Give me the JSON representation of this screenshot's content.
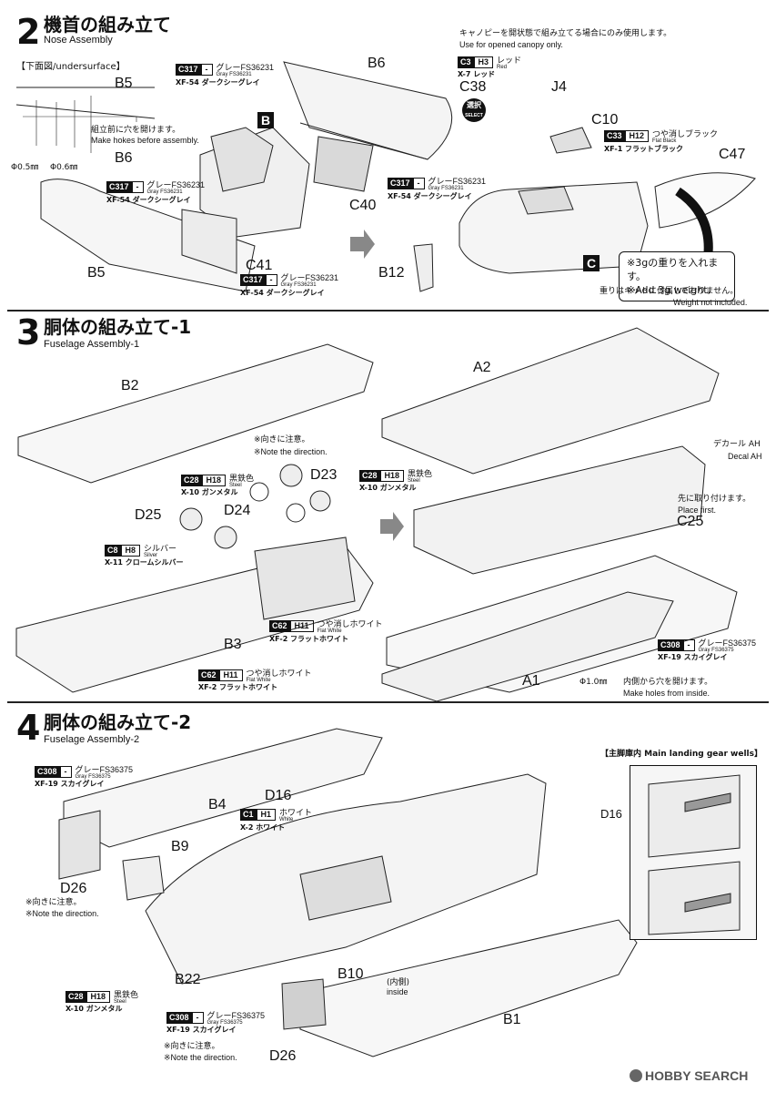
{
  "step2": {
    "num": "2",
    "title_jp": "機首の組み立て",
    "title_en": "Nose Assembly",
    "undersurface": "【下面図/undersurface】",
    "paint_c317_a": {
      "code": "C317",
      "h": "-",
      "jp": "グレーFS36231",
      "en": "Gray FS36231",
      "name": "XF-54 ダークシーグレイ"
    },
    "paint_c317_b": {
      "code": "C317",
      "h": "-",
      "jp": "グレーFS36231",
      "en": "Gray FS36231",
      "name": "XF-54 ダークシーグレイ"
    },
    "paint_c317_c": {
      "code": "C317",
      "h": "-",
      "jp": "グレーFS36231",
      "en": "Gray FS36231",
      "name": "XF-54 ダークシーグレイ"
    },
    "paint_c317_d": {
      "code": "C317",
      "h": "-",
      "jp": "グレーFS36231",
      "en": "Gray FS36231",
      "name": "XF-54 ダークシーグレイ"
    },
    "paint_c3": {
      "code": "C3",
      "h": "H3",
      "jp": "レッド",
      "en": "Red",
      "name": "X-7 レッド"
    },
    "paint_c33": {
      "code": "C33",
      "h": "H12",
      "jp": "つや消しブラック",
      "en": "Flat Black",
      "name": "XF-1 フラットブラック"
    },
    "canopy_note_jp": "キャノピーを開状態で組み立てる場合にのみ使用します。",
    "canopy_note_en": "Use for opened canopy only.",
    "holes_jp": "組立前に穴を開けます。",
    "holes_en": "Make hokes before assembly.",
    "dia1": "Φ0.5㎜",
    "dia2": "Φ0.6㎜",
    "select": "選択",
    "select_en": "SELECT",
    "weight_jp": "※3gの重りを入れます。",
    "weight_en": "※Add 3g weight.",
    "weight_note_jp": "重りはキットに付属しておりません。",
    "weight_note_en": "Weight not included.",
    "labels": {
      "B5a": "B5",
      "B6a": "B6",
      "B6b": "B6",
      "B": "B",
      "C": "C",
      "C38": "C38",
      "J4": "J4",
      "C10": "C10",
      "C47": "C47",
      "C40": "C40",
      "C41": "C41",
      "B5b": "B5",
      "B12": "B12"
    }
  },
  "step3": {
    "num": "3",
    "title_jp": "胴体の組み立て-1",
    "title_en": "Fuselage Assembly-1",
    "note_jp": "※向きに注意。",
    "note_en": "※Note the direction.",
    "paint_c28": {
      "code": "C28",
      "h": "H18",
      "jp": "黒鉄色",
      "en": "Steel",
      "name": "X-10 ガンメタル"
    },
    "paint_c28b": {
      "code": "C28",
      "h": "H18",
      "jp": "黒鉄色",
      "en": "Steel",
      "name": "X-10 ガンメタル"
    },
    "paint_c8": {
      "code": "C8",
      "h": "H8",
      "jp": "シルバー",
      "en": "Silver",
      "name": "X-11 クロームシルバー"
    },
    "paint_c62a": {
      "code": "C62",
      "h": "H11",
      "jp": "つや消しホワイト",
      "en": "Flat White",
      "name": "XF-2 フラットホワイト"
    },
    "paint_c62b": {
      "code": "C62",
      "h": "H11",
      "jp": "つや消しホワイト",
      "en": "Flat White",
      "name": "XF-2 フラットホワイト"
    },
    "paint_c308": {
      "code": "C308",
      "h": "-",
      "jp": "グレーFS36375",
      "en": "Gray FS36375",
      "name": "XF-19 スカイグレイ"
    },
    "decal_jp": "デカール AH",
    "decal_en": "Decal AH",
    "place_jp": "先に取り付けます。",
    "place_en": "Place first.",
    "hole_dia": "Φ1.0㎜",
    "hole_jp": "内側から穴を開けます。",
    "hole_en": "Make holes from inside.",
    "labels": {
      "B2": "B2",
      "A2": "A2",
      "D23": "D23",
      "D25": "D25",
      "D24": "D24",
      "B3": "B3",
      "C25": "C25",
      "A1": "A1"
    }
  },
  "step4": {
    "num": "4",
    "title_jp": "胴体の組み立て-2",
    "title_en": "Fuselage Assembly-2",
    "paint_c308a": {
      "code": "C308",
      "h": "-",
      "jp": "グレーFS36375",
      "en": "Gray FS36375",
      "name": "XF-19 スカイグレイ"
    },
    "paint_c1": {
      "code": "C1",
      "h": "H1",
      "jp": "ホワイト",
      "en": "White",
      "name": "X-2 ホワイト"
    },
    "paint_c28": {
      "code": "C28",
      "h": "H18",
      "jp": "黒鉄色",
      "en": "Steel",
      "name": "X-10 ガンメタル"
    },
    "paint_c308b": {
      "code": "C308",
      "h": "-",
      "jp": "グレーFS36375",
      "en": "Gray FS36375",
      "name": "XF-19 スカイグレイ"
    },
    "note_jp": "※向きに注意。",
    "note_en": "※Note the direction.",
    "note2_jp": "※向きに注意。",
    "note2_en": "※Note the direction.",
    "inside_jp": "(内側)",
    "inside_en": "inside",
    "wells": "【主脚庫内 Main landing gear wells】",
    "labels": {
      "B4": "B4",
      "D16": "D16",
      "B9": "B9",
      "D26a": "D26",
      "B22": "B22",
      "B10": "B10",
      "B1": "B1",
      "D26b": "D26",
      "D16w": "D16"
    }
  },
  "watermark": "HOBBY SEARCH"
}
